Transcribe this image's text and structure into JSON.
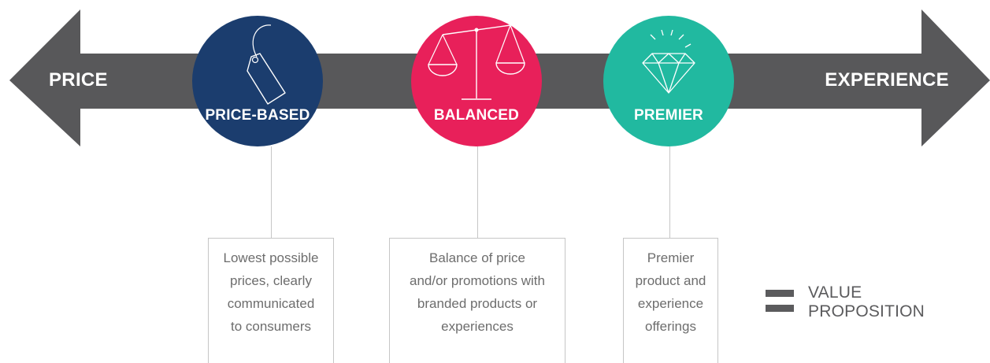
{
  "arrow": {
    "left_label": "PRICE",
    "right_label": "EXPERIENCE",
    "color": "#58585a"
  },
  "tiers": [
    {
      "label": "PRICE-BASED",
      "color": "#1b3d6e",
      "icon": "price-tag-icon",
      "description": [
        "Lowest possible",
        "prices, clearly",
        "communicated",
        "to consumers"
      ]
    },
    {
      "label": "BALANCED",
      "color": "#e8205a",
      "icon": "scale-icon",
      "description": [
        "Balance of price",
        "and/or promotions with",
        "branded products or",
        "experiences"
      ]
    },
    {
      "label": "PREMIER",
      "color": "#21b9a0",
      "icon": "diamond-icon",
      "description": [
        "Premier",
        "product and",
        "experience",
        "offerings"
      ]
    }
  ],
  "legend": {
    "icon": "equals-icon",
    "lines": [
      "VALUE",
      "PROPOSITION"
    ]
  }
}
